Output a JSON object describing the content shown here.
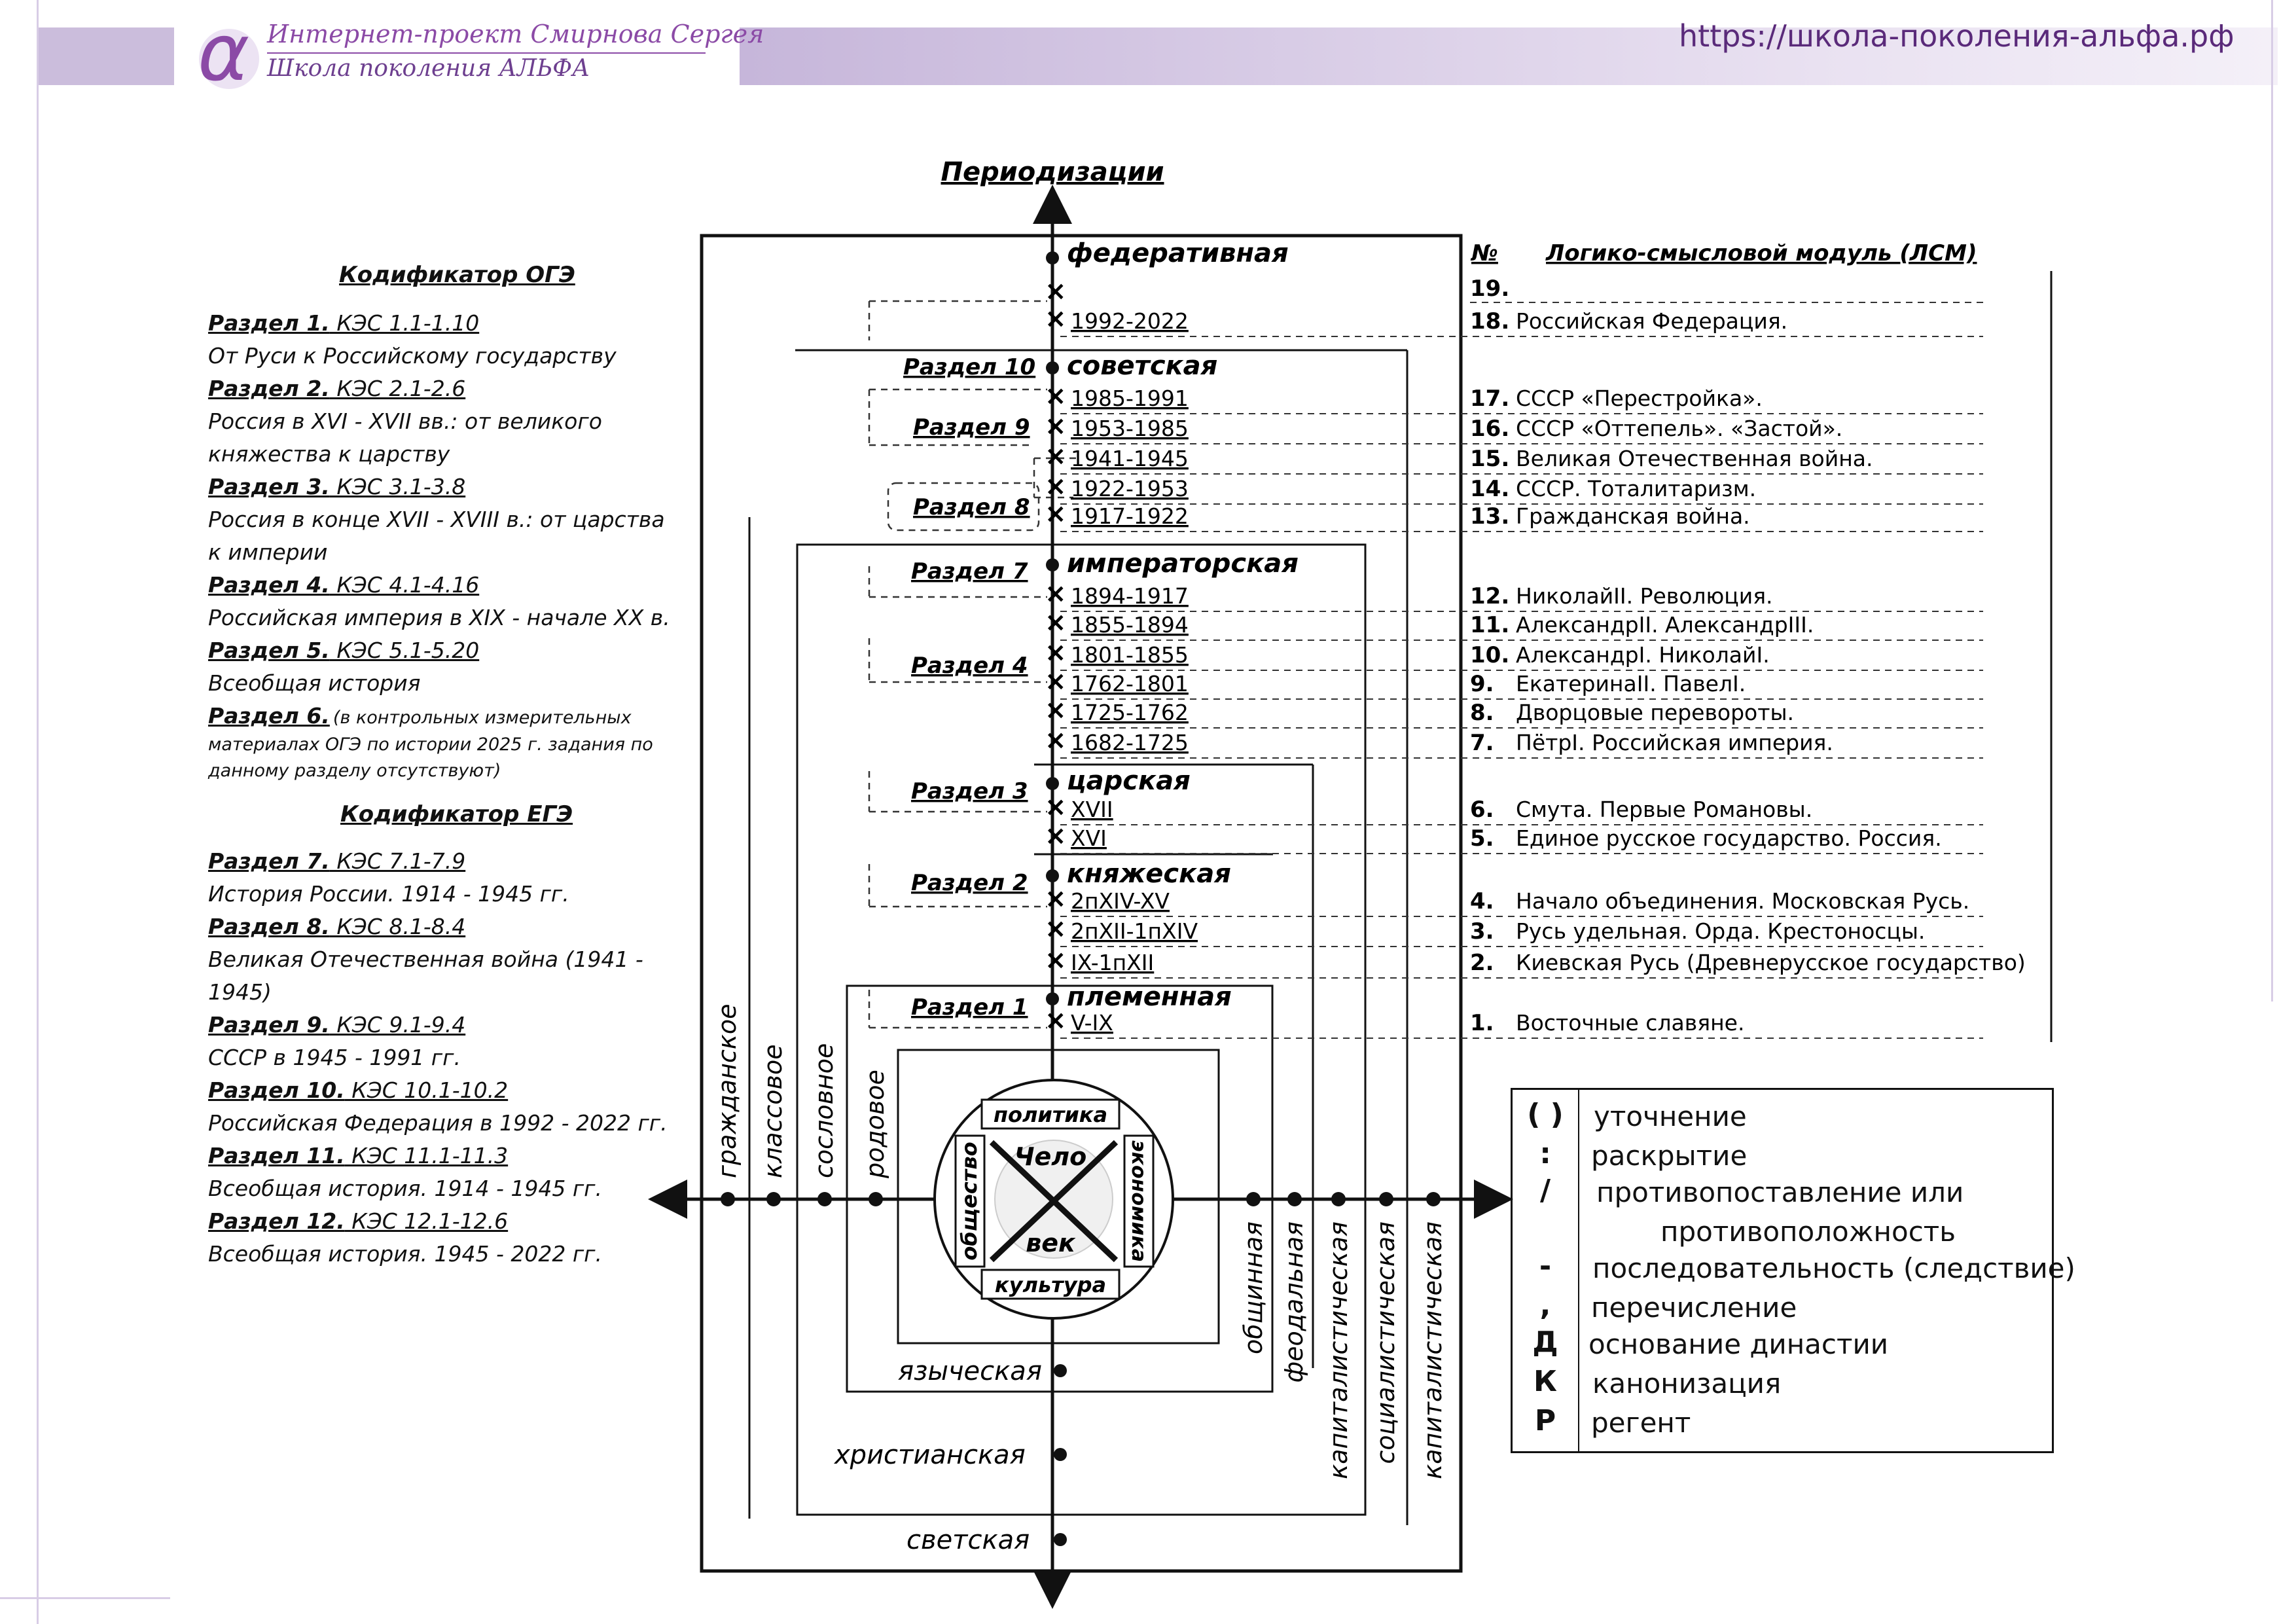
{
  "header": {
    "brand_line1": "Интернет-проект Смирнова Сергея",
    "brand_line2": "Школа поколения АЛЬФА",
    "url": "https://школа-поколения-альфа.рф",
    "colors": {
      "bar": "#cdbfdd",
      "brand": "#8b4aa6",
      "url": "#5a2a7a"
    }
  },
  "diagram": {
    "title": "Периодизации",
    "vertical_levels": {
      "federative": "федеративная",
      "soviet": "советская",
      "imperial": "императорская",
      "tsarist": "царская",
      "princely": "княжеская",
      "tribal": "племенная"
    },
    "periods": [
      {
        "years": "1992-2022",
        "num": "18.",
        "module": "Российская Федерация."
      },
      {
        "years": "1985-1991",
        "num": "17.",
        "module": "СССР «Перестройка»."
      },
      {
        "years": "1953-1985",
        "num": "16.",
        "module": "СССР «Оттепель». «Застой»."
      },
      {
        "years": "1941-1945",
        "num": "15.",
        "module": "Великая Отечественная война."
      },
      {
        "years": "1922-1953",
        "num": "14.",
        "module": "СССР. Тоталитаризм."
      },
      {
        "years": "1917-1922",
        "num": "13.",
        "module": "Гражданская война."
      },
      {
        "years": "1894-1917",
        "num": "12.",
        "module": "НиколайII. Революция."
      },
      {
        "years": "1855-1894",
        "num": "11.",
        "module": "АлександрII. АлександрIII."
      },
      {
        "years": "1801-1855",
        "num": "10.",
        "module": "АлександрI. НиколайI."
      },
      {
        "years": "1762-1801",
        "num": "9.",
        "module": "ЕкатеринаII. ПавелI."
      },
      {
        "years": "1725-1762",
        "num": "8.",
        "module": "Дворцовые перевороты."
      },
      {
        "years": "1682-1725",
        "num": "7.",
        "module": "ПётрI. Российская империя."
      },
      {
        "years": "XVII",
        "num": "6.",
        "module": "Смута. Первые Романовы."
      },
      {
        "years": "XVI",
        "num": "5.",
        "module": "Единое русское государство. Россия."
      },
      {
        "years": "2пXIV-XV",
        "num": "4.",
        "module": "Начало объединения.  Московская Русь."
      },
      {
        "years": "2пXII-1пXIV",
        "num": "3.",
        "module": "Русь удельная.  Орда. Крестоносцы."
      },
      {
        "years": "IX-1пXII",
        "num": "2.",
        "module": "Киевская Русь (Древнерусское  государство)"
      },
      {
        "years": "V-IX",
        "num": "1.",
        "module": "Восточные славяне."
      }
    ],
    "row19": "19.",
    "razdels": {
      "r10": "Раздел 10",
      "r9": "Раздел 9",
      "r8": "Раздел 8",
      "r7": "Раздел 7",
      "r4": "Раздел 4",
      "r3": "Раздел 3",
      "r2": "Раздел 2",
      "r1": "Раздел 1"
    },
    "table_headers": {
      "num": "№",
      "module": "Логико-смысловой  модуль (ЛСМ)"
    },
    "left_axis_labels": {
      "civil": "гражданское",
      "class": "классовое",
      "estate": "сословное",
      "tribal": "родовое"
    },
    "right_axis_labels": {
      "communal": "общинная",
      "feudal": "феодальная",
      "capitalist1": "капиталистическая",
      "socialist": "социалистическая",
      "capitalist2": "капиталистическая"
    },
    "bottom_labels": {
      "pagan": "языческая",
      "christian": "христианская",
      "secular": "светская"
    },
    "center": {
      "top": "политика",
      "right": "экономика",
      "bottom": "культура",
      "left": "общество",
      "word1": "Чело",
      "word2": "век"
    }
  },
  "kodifikator": {
    "oge_title": "Кодификатор  ОГЭ",
    "ege_title": "Кодификатор  ЕГЭ",
    "oge": [
      {
        "label": "Раздел 1.",
        "kes": " КЭС 1.1-1.10",
        "lines": [
          "От Руси к Российскому государству"
        ]
      },
      {
        "label": "Раздел 2.",
        "kes": " КЭС 2.1-2.6",
        "lines": [
          "Россия в XVI - XVII вв.:  от великого",
          "княжества  к царству"
        ]
      },
      {
        "label": "Раздел 3.",
        "kes": " КЭС 3.1-3.8",
        "lines": [
          "Россия в конце XVII - XVIII в.: от царства",
          "к империи"
        ]
      },
      {
        "label": "Раздел 4.",
        "kes": " КЭС 4.1-4.16",
        "lines": [
          "Российская империя в XIX - начале XX в."
        ]
      },
      {
        "label": "Раздел 5.",
        "kes": " КЭС 5.1-5.20",
        "lines": [
          "Всеобщая  история"
        ]
      }
    ],
    "r6_label": "Раздел 6.",
    "r6_text": [
      "(в контрольных измерительных",
      "материалах ОГЭ по истории 2025 г. задания по",
      "данному разделу отсутствуют)"
    ],
    "ege": [
      {
        "label": "Раздел 7.",
        "kes": " КЭС 7.1-7.9",
        "lines": [
          "История России.  1914 - 1945 гг."
        ]
      },
      {
        "label": "Раздел 8.",
        "kes": " КЭС 8.1-8.4",
        "lines": [
          "Великая Отечественная  война (1941 -",
          "1945)"
        ]
      },
      {
        "label": "Раздел 9.",
        "kes": " КЭС 9.1-9.4",
        "lines": [
          "СССР в 1945 - 1991 гг."
        ]
      },
      {
        "label": "Раздел 10.",
        "kes": " КЭС 10.1-10.2",
        "lines": [
          "Российская Федерация в 1992 - 2022 гг."
        ]
      },
      {
        "label": "Раздел 11.",
        "kes": " КЭС 11.1-11.3",
        "lines": [
          "Всеобщая  история.  1914 - 1945 гг."
        ]
      },
      {
        "label": "Раздел 12.",
        "kes": " КЭС 12.1-12.6",
        "lines": [
          "Всеобщая  история.  1945 - 2022 гг."
        ]
      }
    ]
  },
  "legend": [
    {
      "sym": "( )",
      "text": "уточнение"
    },
    {
      "sym": ":",
      "text": "раскрытие"
    },
    {
      "sym": "/",
      "text": "противопоставление или"
    },
    {
      "sym": "",
      "text": "противоположность"
    },
    {
      "sym": "-",
      "text": "последовательность (следствие)"
    },
    {
      "sym": ",",
      "text": "перечисление"
    },
    {
      "sym": "Д",
      "text": "основание династии"
    },
    {
      "sym": "К",
      "text": "канонизация"
    },
    {
      "sym": "Р",
      "text": "регент"
    }
  ]
}
